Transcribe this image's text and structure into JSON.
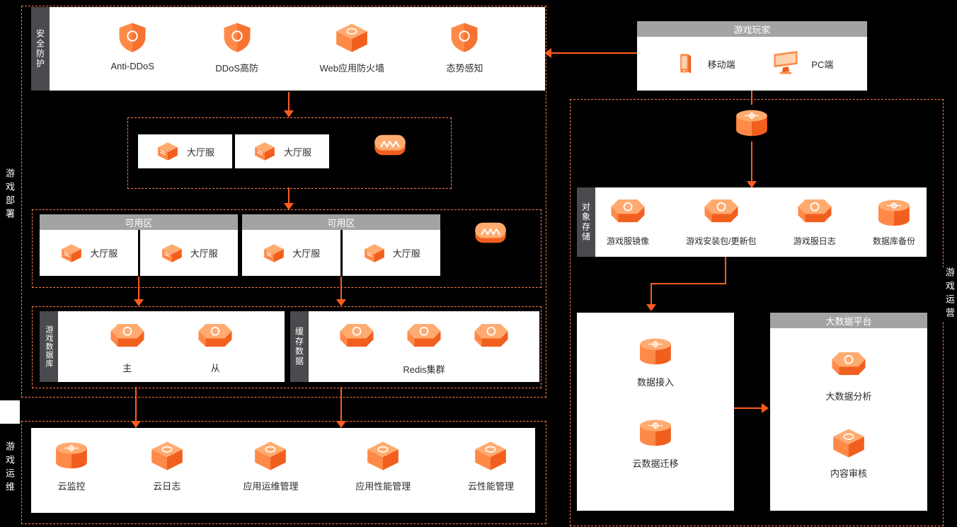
{
  "edge_labels": {
    "deploy": "游戏部署",
    "ops": "游戏运维",
    "operation": "游戏运营"
  },
  "security": {
    "strip": "安全防护",
    "items": [
      {
        "label": "Anti-DDoS",
        "icon": "anti-ddos-icon"
      },
      {
        "label": "DDoS高防",
        "icon": "ddos-protection-icon"
      },
      {
        "label": "Web应用防火墙",
        "icon": "waf-icon"
      },
      {
        "label": "态势感知",
        "icon": "situation-awareness-icon"
      }
    ]
  },
  "lobby": {
    "servers": [
      {
        "label": "大厅服",
        "icon": "lobby-server-icon"
      },
      {
        "label": "大厅服",
        "icon": "lobby-server-icon"
      }
    ],
    "slb_icon": "slb-icon"
  },
  "zones": [
    {
      "header": "可用区",
      "servers": [
        {
          "label": "大厅服",
          "icon": "lobby-server-icon"
        },
        {
          "label": "大厅服",
          "icon": "lobby-server-icon"
        }
      ]
    },
    {
      "header": "可用区",
      "servers": [
        {
          "label": "大厅服",
          "icon": "lobby-server-icon"
        },
        {
          "label": "大厅服",
          "icon": "lobby-server-icon"
        }
      ]
    }
  ],
  "database": {
    "strip": "游戏数据库",
    "items": [
      {
        "label": "主",
        "icon": "master-db-icon"
      },
      {
        "label": "从",
        "icon": "slave-db-icon"
      }
    ]
  },
  "cache": {
    "strip": "缓存数据",
    "cluster_label": "Redis集群",
    "node_icon": "redis-node-icon"
  },
  "ops": {
    "items": [
      {
        "label": "云监控",
        "icon": "cloud-monitor-icon"
      },
      {
        "label": "云日志",
        "icon": "cloud-log-icon"
      },
      {
        "label": "应用运维管理",
        "icon": "app-ops-management-icon"
      },
      {
        "label": "应用性能管理",
        "icon": "app-performance-management-icon"
      },
      {
        "label": "云性能管理",
        "icon": "cloud-performance-management-icon"
      }
    ]
  },
  "players": {
    "header": "游戏玩家",
    "items": [
      {
        "label": "移动端",
        "icon": "mobile-icon"
      },
      {
        "label": "PC端",
        "icon": "pc-icon"
      }
    ],
    "cdn_icon": "cdn-icon"
  },
  "storage": {
    "strip": "对象存储",
    "items": [
      {
        "label": "游戏服镜像",
        "icon": "game-server-image-icon"
      },
      {
        "label": "游戏安装包/更新包",
        "icon": "game-package-icon"
      },
      {
        "label": "游戏服日志",
        "icon": "game-server-log-icon"
      },
      {
        "label": "数据库备份",
        "icon": "db-backup-icon"
      }
    ]
  },
  "pipeline": {
    "items": [
      {
        "label": "数据接入",
        "icon": "data-access-icon"
      },
      {
        "label": "云数据迁移",
        "icon": "data-migration-icon"
      }
    ]
  },
  "bigdata": {
    "header": "大数据平台",
    "items": [
      {
        "label": "大数据分析",
        "icon": "bigdata-analysis-icon"
      },
      {
        "label": "内容审核",
        "icon": "content-review-icon"
      }
    ]
  }
}
